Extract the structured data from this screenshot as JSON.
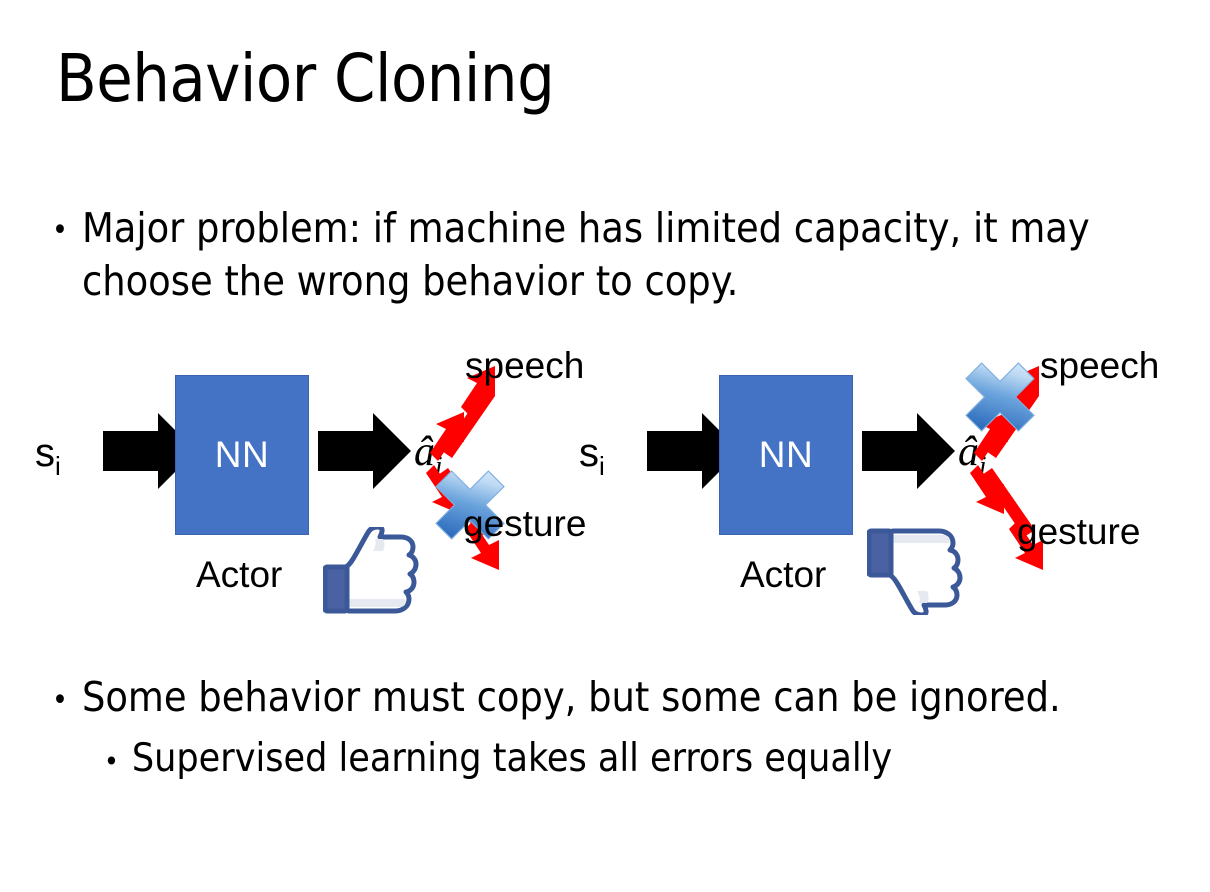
{
  "slide": {
    "title": "Behavior Cloning",
    "background_color": "#FFFFFF",
    "text_color": "#000000"
  },
  "bullets": [
    {
      "marker": "•",
      "level": 1,
      "text": "Major problem: if machine has limited capacity, it may choose the wrong behavior to copy."
    },
    {
      "marker": "•",
      "level": 1,
      "text": "Some behavior must copy, but some can be ignored."
    },
    {
      "marker": "•",
      "level": 2,
      "text": "Supervised learning takes all errors equally"
    }
  ],
  "diagrams": [
    {
      "id": "left",
      "state_label": "s",
      "state_subscript": "i",
      "box_label": "NN",
      "box_caption": "Actor",
      "box_color": "#4472C4",
      "box_border_color": "#3A64B0",
      "box_text_color": "#FFFFFF",
      "action_label": "â",
      "action_subscript": "i",
      "input_arrow": "black-block-arrow-right",
      "output_arrow": "black-block-arrow-right",
      "branches": [
        {
          "name": "speech",
          "label": "speech",
          "arrow": "red-double-arrow",
          "arrow_color": "#FF0000",
          "crossed_out": false
        },
        {
          "name": "gesture",
          "label": "gesture",
          "arrow": "red-double-arrow",
          "arrow_color": "#FF0000",
          "crossed_out": true
        }
      ],
      "verdict": {
        "icon": "thumbs-up-icon",
        "meaning": "good",
        "color": "#3B5998"
      }
    },
    {
      "id": "right",
      "state_label": "s",
      "state_subscript": "i",
      "box_label": "NN",
      "box_caption": "Actor",
      "box_color": "#4472C4",
      "box_border_color": "#3A64B0",
      "box_text_color": "#FFFFFF",
      "action_label": "â",
      "action_subscript": "i",
      "input_arrow": "black-block-arrow-right",
      "output_arrow": "black-block-arrow-right",
      "branches": [
        {
          "name": "speech",
          "label": "speech",
          "arrow": "red-double-arrow",
          "arrow_color": "#FF0000",
          "crossed_out": true
        },
        {
          "name": "gesture",
          "label": "gesture",
          "arrow": "red-double-arrow",
          "arrow_color": "#FF0000",
          "crossed_out": false
        }
      ],
      "verdict": {
        "icon": "thumbs-down-icon",
        "meaning": "bad",
        "color": "#3B5998"
      }
    }
  ],
  "palette": {
    "nn_blue": "#4472C4",
    "arrow_red": "#FF0000",
    "cross_blue_light": "#C9DEF5",
    "cross_blue_dark": "#3E7BC8",
    "thumb_navy": "#3B5998",
    "black": "#000000"
  }
}
